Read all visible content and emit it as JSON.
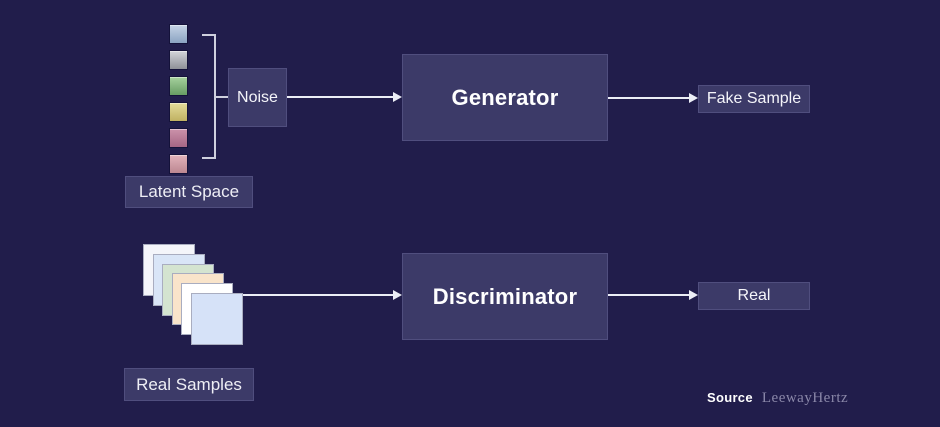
{
  "diagram": {
    "top_flow": {
      "latent_label": "Latent Space",
      "noise_label": "Noise",
      "generator_label": "Generator",
      "output_label": "Fake Sample"
    },
    "bottom_flow": {
      "samples_label": "Real Samples",
      "discriminator_label": "Discriminator",
      "output_label": "Real"
    },
    "latent_squares": [
      "linear-gradient(180deg,#c6d4e6,#8ba3c2)",
      "linear-gradient(180deg,#d3d5da,#8e9097)",
      "linear-gradient(180deg,#a6d19e,#679c63)",
      "linear-gradient(180deg,#e4dc9a,#c0b162)",
      "linear-gradient(180deg,#cb92aa,#a66685)",
      "linear-gradient(180deg,#e2b3bb,#bd8791)"
    ],
    "real_squares": [
      "#f4f5fa",
      "#d9e5f7",
      "#d4e4d0",
      "#f9e4ca",
      "#ffffff",
      "#d6e2f8"
    ]
  },
  "footer": {
    "source_label": "Source",
    "source_name": "LeewayHertz"
  },
  "colors": {
    "background": "#211d4b",
    "node_fill": "#3c3a68",
    "node_border": "#504e7e",
    "connector": "#eceef6",
    "bracket": "#cfd0de"
  }
}
